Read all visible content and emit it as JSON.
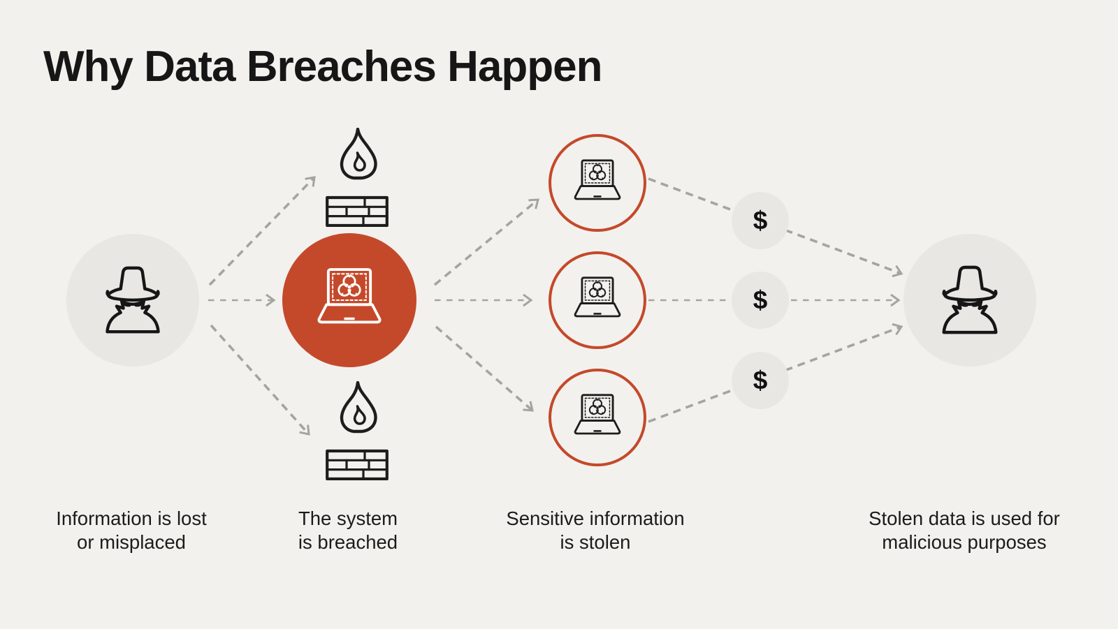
{
  "title": "Why Data Breaches Happen",
  "dollar_symbol": "$",
  "colors": {
    "background": "#f2f1ee",
    "accent_red": "#c4492a",
    "circle_gray": "#e8e7e4",
    "arrow_gray": "#a5a4a1",
    "text": "#161616"
  },
  "icons": {
    "start": "spy-icon",
    "defense": "firewall-icon",
    "breach": "laptop-malware-icon",
    "money": "dollar-icon",
    "end": "spy-icon"
  },
  "stages": [
    {
      "id": "lost",
      "caption_line1": "Information is lost",
      "caption_line2": "or misplaced"
    },
    {
      "id": "breached",
      "caption_line1": "The system",
      "caption_line2": "is breached"
    },
    {
      "id": "stolen",
      "caption_line1": "Sensitive information",
      "caption_line2": "is stolen"
    },
    {
      "id": "used",
      "caption_line1": "Stolen data is used for",
      "caption_line2": "malicious purposes"
    }
  ]
}
